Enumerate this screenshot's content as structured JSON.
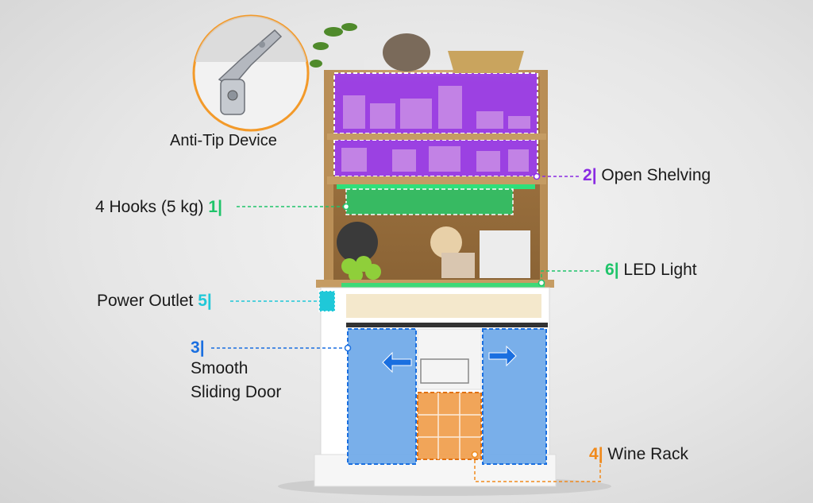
{
  "anti_tip": {
    "label": "Anti-Tip Device"
  },
  "features": [
    {
      "num": "2",
      "label": "Open Shelving",
      "color": "#8a2be2"
    },
    {
      "num": "1",
      "label": "4 Hooks (5 kg)",
      "color": "#1fc46a"
    },
    {
      "num": "6",
      "label": "LED Light",
      "color": "#1fc46a"
    },
    {
      "num": "5",
      "label": "Power Outlet",
      "color": "#1fc8d8"
    },
    {
      "num": "3",
      "label_line1": "Smooth",
      "label_line2": "Sliding Door",
      "color": "#1a6fe0"
    },
    {
      "num": "4",
      "label": "Wine Rack",
      "color": "#f08a1c"
    }
  ],
  "icons": [
    "anti-tip-bracket-icon",
    "arrow-left-icon",
    "arrow-right-icon",
    "outlet-icon"
  ]
}
